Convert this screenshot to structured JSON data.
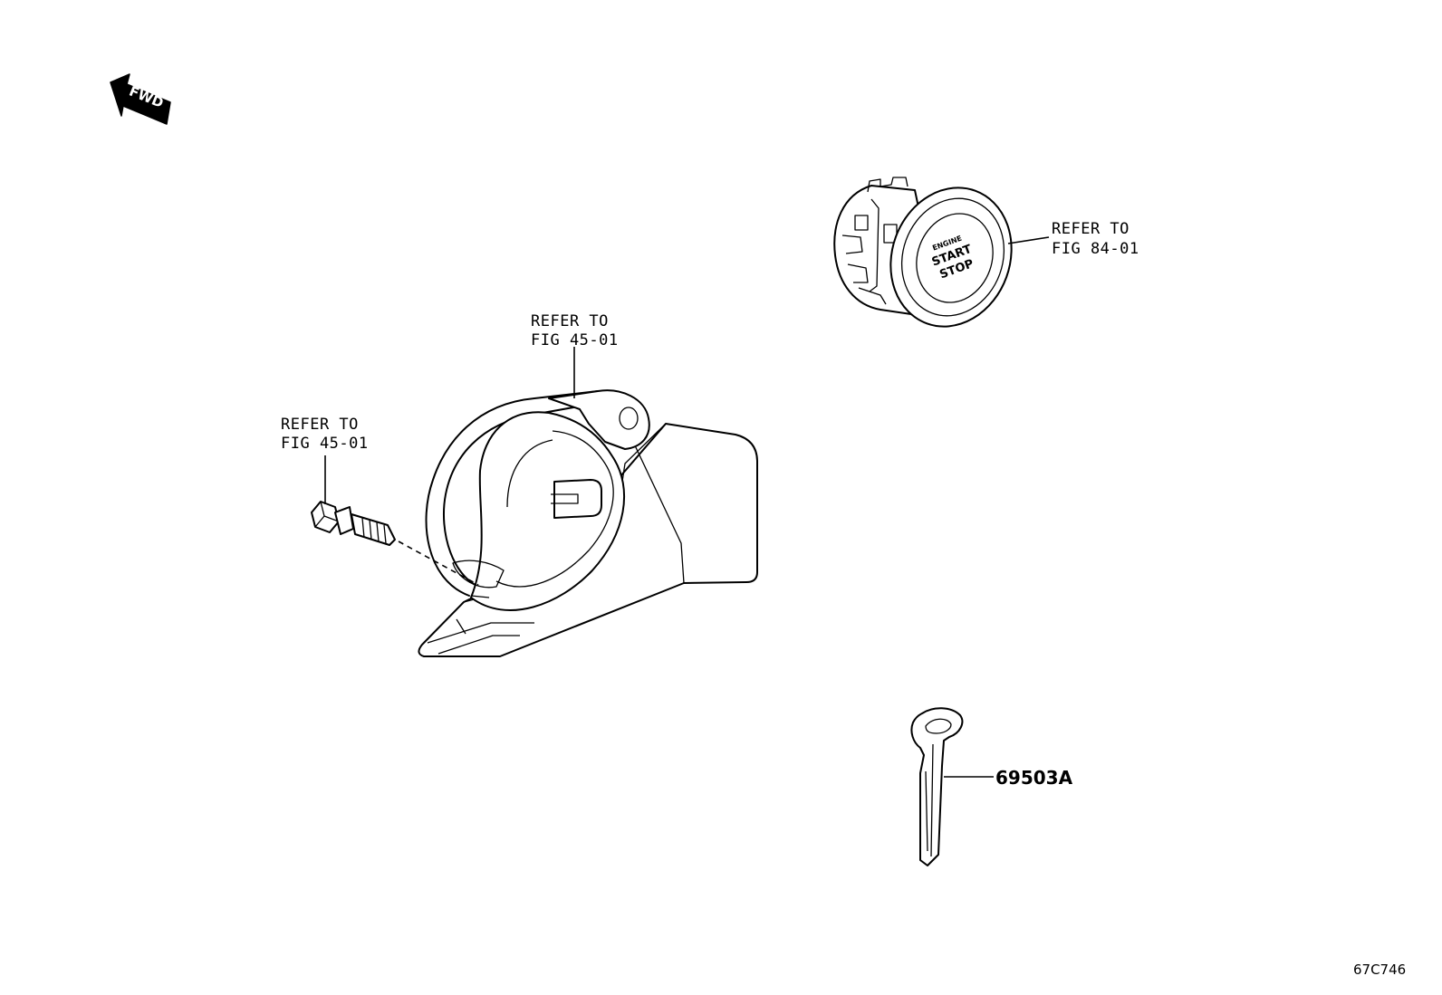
{
  "direction_indicator": {
    "label": "FWD"
  },
  "push_start_switch": {
    "button_lines": [
      "ENGINE",
      "START",
      "STOP"
    ],
    "callout": {
      "line1": "REFER TO",
      "line2": "FIG 84-01"
    }
  },
  "steering_column_cover": {
    "callout": {
      "line1": "REFER TO",
      "line2": "FIG 45-01"
    }
  },
  "bolt": {
    "callout": {
      "line1": "REFER TO",
      "line2": "FIG 45-01"
    }
  },
  "key_blade": {
    "part_number": "69503A"
  },
  "illustration_id": "67C746"
}
